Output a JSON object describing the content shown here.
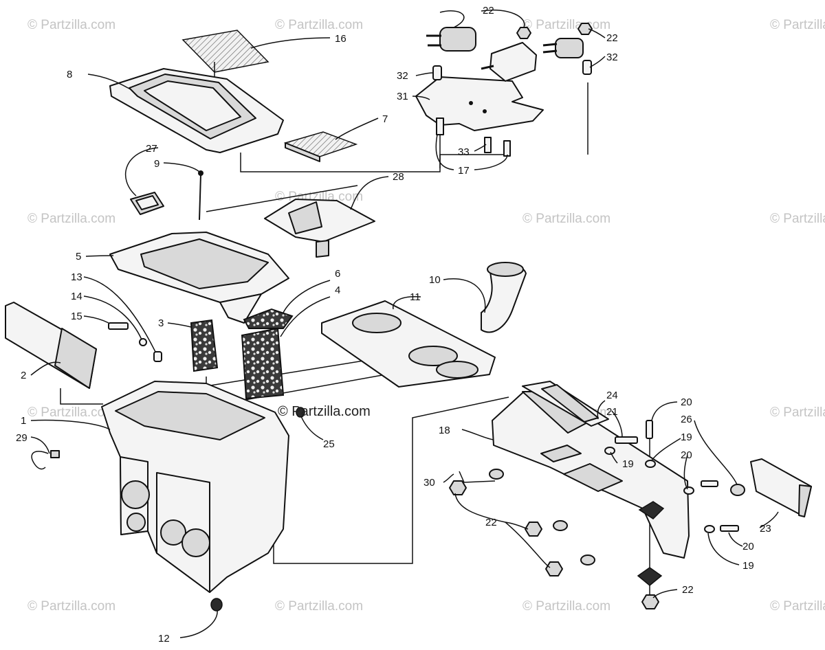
{
  "watermark": {
    "text": "© Partzilla.com",
    "center_text": "© Partzilla.com"
  },
  "callouts": {
    "c1": "1",
    "c2": "2",
    "c3": "3",
    "c4": "4",
    "c5": "5",
    "c6": "6",
    "c7": "7",
    "c8": "8",
    "c9": "9",
    "c10": "10",
    "c11": "11",
    "c12": "12",
    "c13": "13",
    "c14": "14",
    "c15": "15",
    "c16": "16",
    "c17": "17",
    "c18": "18",
    "c19a": "19",
    "c19b": "19",
    "c19c": "19",
    "c20a": "20",
    "c20b": "20",
    "c20c": "20",
    "c21": "21",
    "c22a": "22",
    "c22b": "22",
    "c22c": "22",
    "c22d": "22",
    "c23": "23",
    "c24": "24",
    "c25": "25",
    "c26": "26",
    "c27": "27",
    "c28": "28",
    "c29": "29",
    "c30": "30",
    "c31": "31",
    "c32a": "32",
    "c32b": "32",
    "c33": "33"
  }
}
